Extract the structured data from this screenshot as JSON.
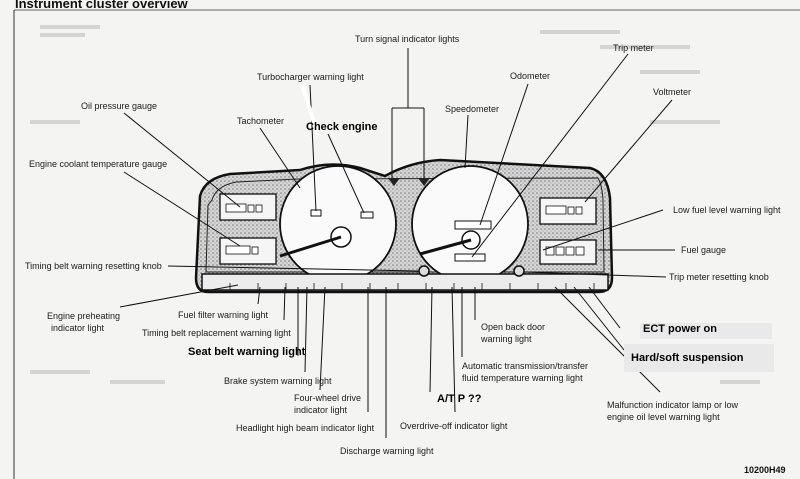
{
  "title": "Instrument cluster overview",
  "figure_code": "10200H49",
  "labels": {
    "turn_signal": "Turn signal indicator lights",
    "trip_meter": "Trip meter",
    "odometer": "Odometer",
    "turbocharger": "Turbocharger warning light",
    "voltmeter": "Voltmeter",
    "oil_pressure": "Oil pressure gauge",
    "speedometer": "Speedometer",
    "tachometer": "Tachometer",
    "coolant_temp": "Engine coolant temperature gauge",
    "low_fuel": "Low fuel level warning light",
    "fuel_gauge": "Fuel gauge",
    "timing_belt_knob": "Timing belt warning resetting knob",
    "trip_reset": "Trip meter resetting knob",
    "engine_preheat_1": "Engine preheating",
    "engine_preheat_2": "indicator light",
    "fuel_filter": "Fuel filter warning light",
    "timing_belt_replace": "Timing belt replacement warning light",
    "open_door_1": "Open back door",
    "open_door_2": "warning light",
    "at_temp_1": "Automatic transmission/transfer",
    "at_temp_2": "fluid temperature warning light",
    "brake": "Brake system warning light",
    "four_wd_1": "Four-wheel drive",
    "four_wd_2": "indicator light",
    "high_beam": "Headlight high beam indicator light",
    "overdrive": "Overdrive-off indicator light",
    "discharge": "Discharge warning light",
    "malfunction_1": "Malfunction indicator lamp or low",
    "malfunction_2": "engine oil level warning light"
  },
  "annotations": {
    "check_engine": "Check engine",
    "seat_belt": "Seat belt warning light",
    "atp": "A/T P  ??",
    "ect_power": "ECT power on",
    "suspension": "Hard/soft suspension"
  }
}
